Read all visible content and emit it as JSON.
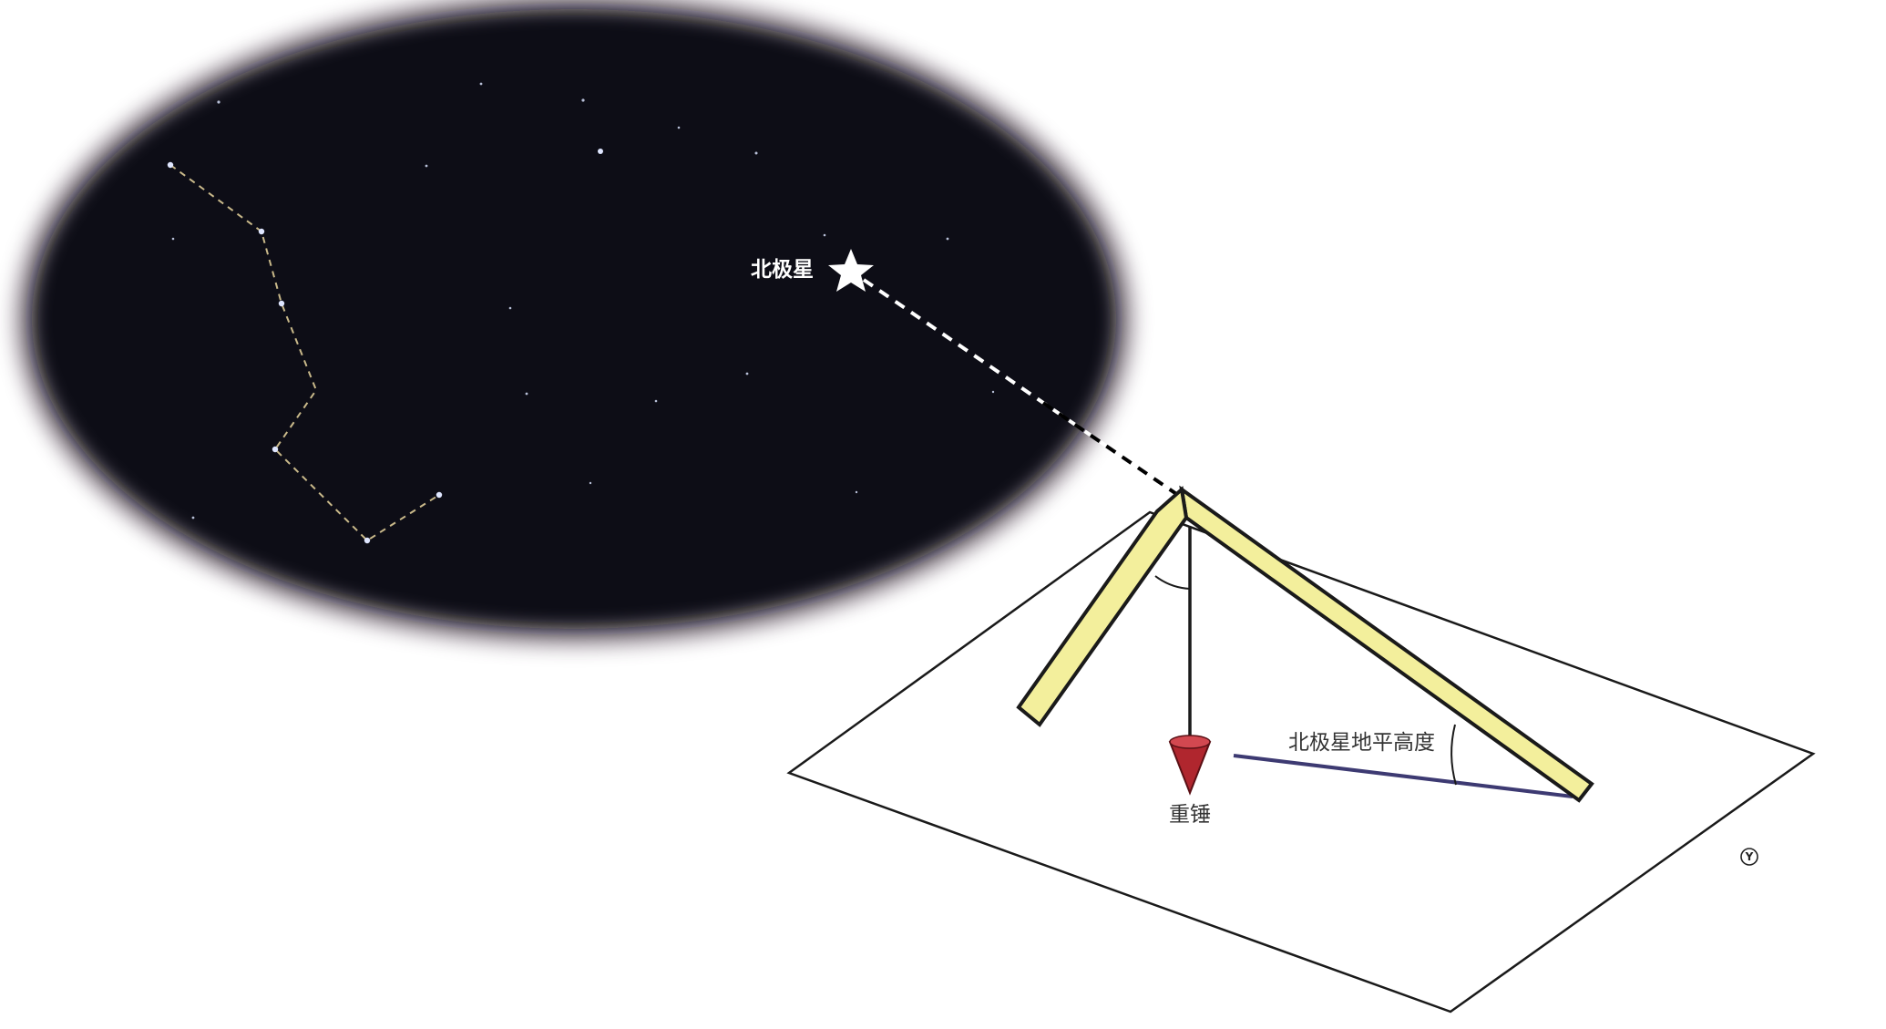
{
  "labels": {
    "polaris": "北极星",
    "polaris_altitude": "北极星地平高度",
    "plumb_bob": "重锤",
    "corner_mark": "Y"
  },
  "colors": {
    "sky": "#0e0b12",
    "sky_halo": "#3a2a3a",
    "constellation_line": "#c9b98a",
    "star": "#dfe6ff",
    "ruler_fill": "#f3ef9c",
    "ruler_stroke": "#1a1a1a",
    "plumb_bob": "#b0262e",
    "sight_line": "#3d3a72",
    "paper_stroke": "#1a1a1a"
  },
  "icons": {
    "polaris": "star-icon",
    "plumb_bob": "plumb-bob-icon"
  }
}
